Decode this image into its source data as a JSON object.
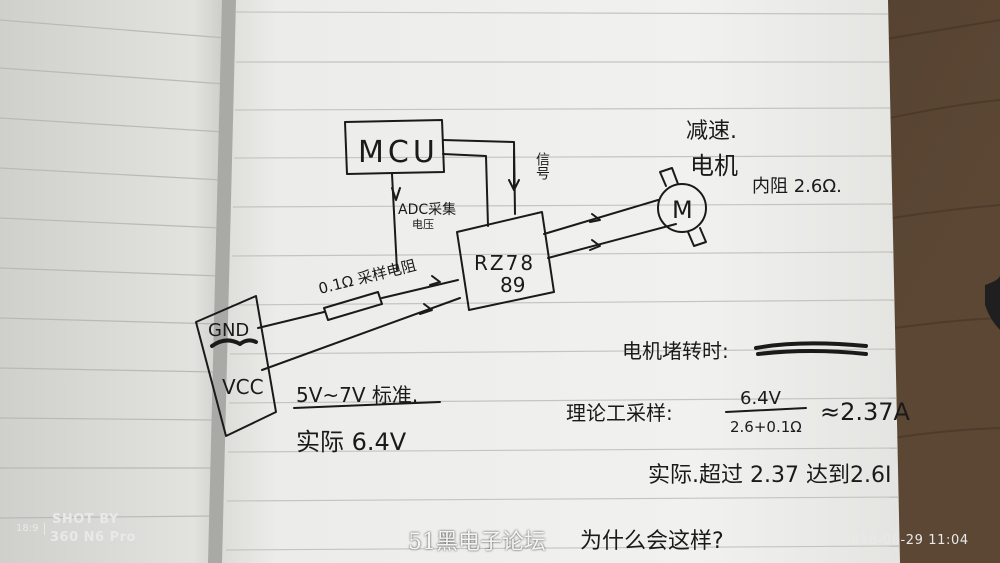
{
  "notes": {
    "mcu": "MCU",
    "adc_label": "ADC采集",
    "adc_sub": "电压",
    "signal": "信号",
    "sense_resistor": "0.1Ω 采样电阻",
    "driver_line1": "RZ78",
    "driver_line2": "89",
    "motor_symbol": "M",
    "motor_title": "减速.",
    "motor_name": "电机",
    "motor_resistance": "内阻 2.6Ω.",
    "gnd": "GND",
    "vcc": "VCC",
    "spec": "5V~7V 标准.",
    "actual_voltage": "实际 6.4V",
    "stall_title": "电机堵转时:",
    "theory_prefix": "理论工采样:",
    "formula_num": "6.4V",
    "formula_den": "2.6+0.1Ω",
    "formula_result": "≈2.37A",
    "actual_current": "实际.超过 2.37 达到2.6I",
    "question": "为什么会这样?"
  },
  "watermark": {
    "shot_by": "SHOT BY",
    "ratio": "18:9",
    "model": "360 N6 Pro",
    "timestamp": "2018-06-29  11:04",
    "site": "51黑电子论坛"
  }
}
